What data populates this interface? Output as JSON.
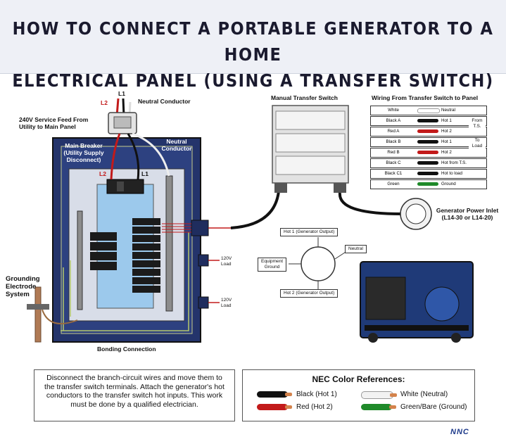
{
  "header": {
    "title_line1": "HOW TO CONNECT A PORTABLE GENERATOR TO A HOME",
    "title_line2": "ELECTRICAL PANEL (USING A TRANSFER SWITCH)"
  },
  "labels": {
    "l1_top": "L1",
    "l2_top": "L2",
    "neutral_conductor_top": "Neutral Conductor",
    "service_feed_line1": "240V Service Feed From",
    "service_feed_line2": "Utility to Main Panel",
    "main_breaker_line1": "Main Breaker",
    "main_breaker_line2": "(Utility Supply",
    "main_breaker_line3": "Disconnect)",
    "neutral_conductor_panel_line1": "Neutral",
    "neutral_conductor_panel_line2": "Conductor",
    "l2_breaker": "L2",
    "l1_breaker": "L1",
    "load1_line1": "120V",
    "load1_line2": "Load",
    "load2_line1": "120V",
    "load2_line2": "Load",
    "grounding_line1": "Grounding",
    "grounding_line2": "Electrode",
    "grounding_line3": "System",
    "bonding": "Bonding Connection",
    "manual_transfer_switch": "Manual Transfer Switch",
    "power_inlet_line1": "Generator Power Inlet",
    "power_inlet_line2": "(L14-30 or L14-20)",
    "hot1_output": "Hot 1 (Generator Output)",
    "hot2_output": "Hot 2 (Generator Output)",
    "neutral": "Neutral",
    "equipment_ground_line1": "Equipment",
    "equipment_ground_line2": "Ground"
  },
  "wiring_table": {
    "title": "Wiring From Transfer Switch to Panel",
    "rows": [
      {
        "from": "White",
        "to": "Neutral",
        "color": "#ffffff"
      },
      {
        "from": "Black A",
        "to": "Hot 1",
        "color": "#111111"
      },
      {
        "from": "Red A",
        "to": "Hot 2",
        "color": "#c21a1a"
      },
      {
        "from": "Black B",
        "to": "Hot 1",
        "color": "#111111"
      },
      {
        "from": "Red B",
        "to": "Hot 2",
        "color": "#c21a1a"
      },
      {
        "from": "Black C",
        "to": "Hot from T.S.",
        "color": "#111111"
      },
      {
        "from": "Black C1",
        "to": "Hot to load",
        "color": "#111111"
      },
      {
        "from": "Green",
        "to": "Ground",
        "color": "#1f8a2a"
      }
    ],
    "group1_line1": "From",
    "group1_line2": "T.S.",
    "group2_line1": "To",
    "group2_line2": "Load"
  },
  "note": {
    "text": "Disconnect the branch-circuit wires and move them to the transfer switch terminals. Attach the generator's hot conductors to the transfer switch hot inputs. This work must be done by a qualified electrician."
  },
  "nec": {
    "title": "NEC Color References:",
    "black": "Black (Hot 1)",
    "red": "Red (Hot 2)",
    "white": "White (Neutral)",
    "green": "Green/Bare (Ground)"
  },
  "colors": {
    "panel_blue": "#24346b",
    "bus_blue": "#9cc9ec",
    "hot_red": "#c21a1a",
    "hot_black": "#111111",
    "ground_green": "#1f8a2a"
  },
  "logo": "NNC"
}
